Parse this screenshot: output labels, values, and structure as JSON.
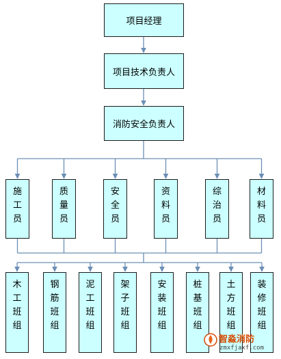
{
  "diagram": {
    "manager": "项目经理",
    "tech_lead": "项目技术负责人",
    "safety_lead": "消防安全负责人",
    "staff": [
      "施工员",
      "质量员",
      "安全员",
      "资料员",
      "综治员",
      "材料员"
    ],
    "teams": [
      "木工班组",
      "钢筋班组",
      "泥工班组",
      "架子班组",
      "安装班组",
      "桩基班组",
      "土方班组",
      "装修班组"
    ],
    "colors": {
      "box_fill": "#ccffff",
      "box_border": "#1a1a1a",
      "connector": "#6b8fb5"
    }
  },
  "watermark": {
    "brand": "智淼消防",
    "url": "zmxfjaxf.com",
    "logo": "brand-logo-icon"
  }
}
